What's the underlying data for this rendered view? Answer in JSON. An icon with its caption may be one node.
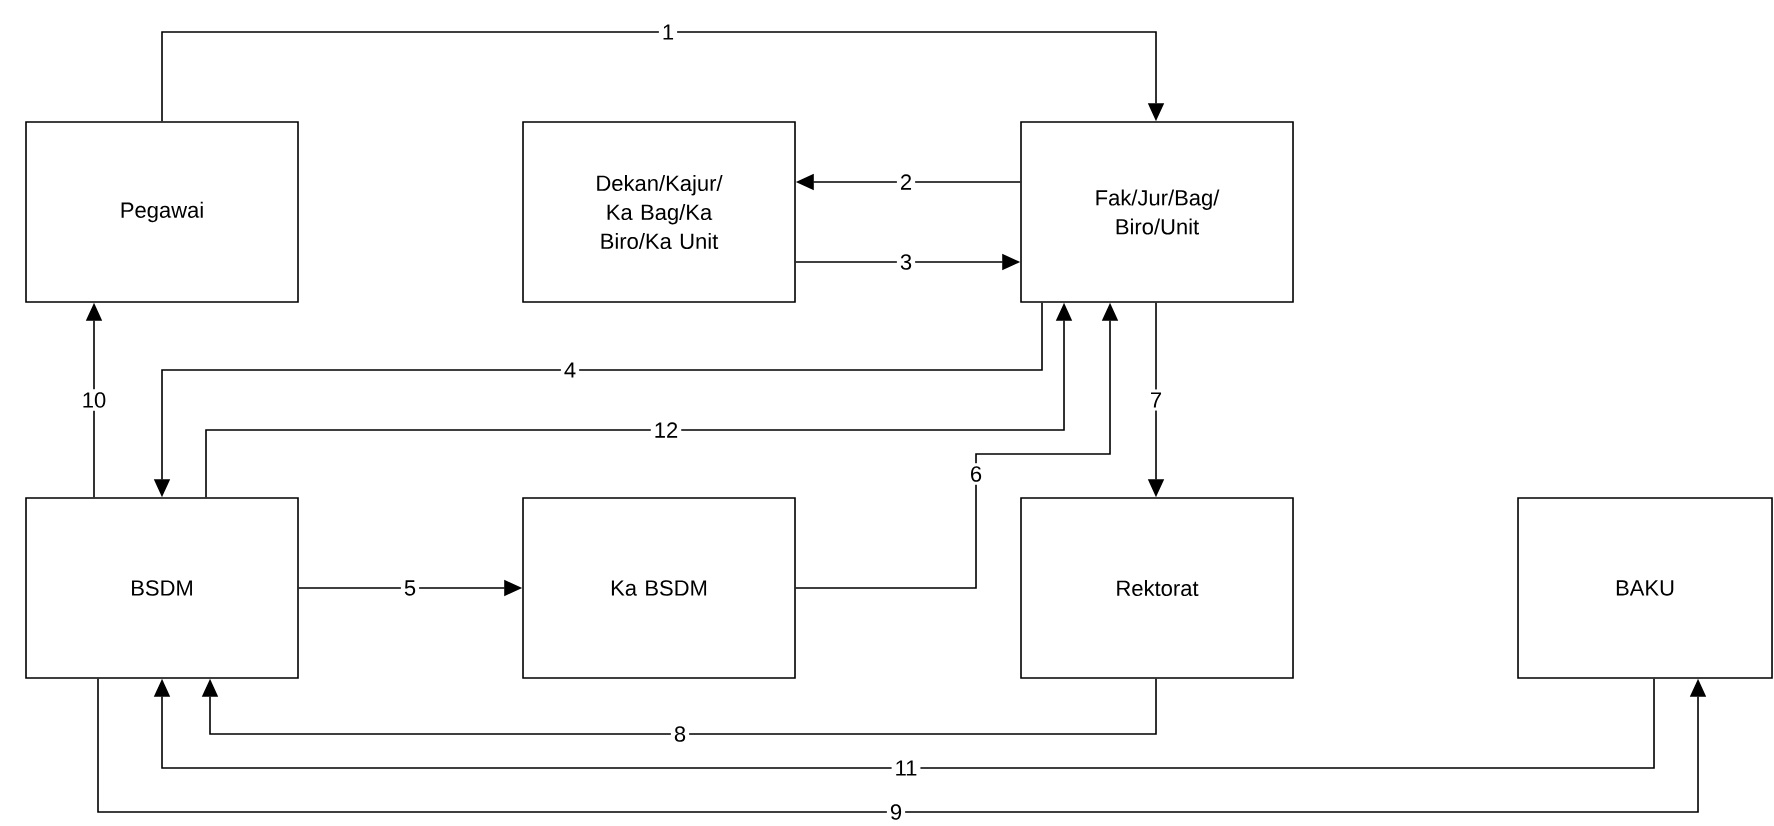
{
  "diagram": {
    "nodes": [
      {
        "text": [
          "Pegawai"
        ]
      },
      {
        "text": [
          "Dekan/Kajur/ Ka Bag/Ka Biro/Ka Unit"
        ]
      },
      {
        "text": [
          "Fak/Jur/Bag/ Biro/Unit"
        ]
      },
      {
        "text": [
          "BSDM"
        ]
      },
      {
        "text": [
          "Ka BSDM"
        ]
      },
      {
        "text": [
          "Rektorat"
        ]
      },
      {
        "text": [
          "BAKU"
        ]
      }
    ],
    "edges": [
      {
        "from": 0,
        "to": 2,
        "arrow": "to",
        "label": "1"
      },
      {
        "from": 2,
        "to": 1,
        "arrow": "to",
        "label": "2"
      },
      {
        "from": 1,
        "to": 2,
        "arrow": "to",
        "label": "3"
      },
      {
        "from": 2,
        "to": 3,
        "arrow": "to",
        "label": "4"
      },
      {
        "from": 3,
        "to": 2,
        "arrow": "to",
        "label": "12"
      },
      {
        "from": 4,
        "to": 2,
        "arrow": "to",
        "label": "6"
      },
      {
        "from": 2,
        "to": 5,
        "arrow": "to",
        "label": "7"
      },
      {
        "from": 3,
        "to": 0,
        "arrow": "to",
        "label": "10"
      },
      {
        "from": 3,
        "to": 4,
        "arrow": "to",
        "label": "5"
      },
      {
        "from": 5,
        "to": 3,
        "arrow": "to",
        "label": "8"
      },
      {
        "from": 6,
        "to": 3,
        "arrow": "to",
        "label": "11"
      },
      {
        "from": 3,
        "to": 6,
        "arrow": "to",
        "label": "9"
      }
    ]
  }
}
